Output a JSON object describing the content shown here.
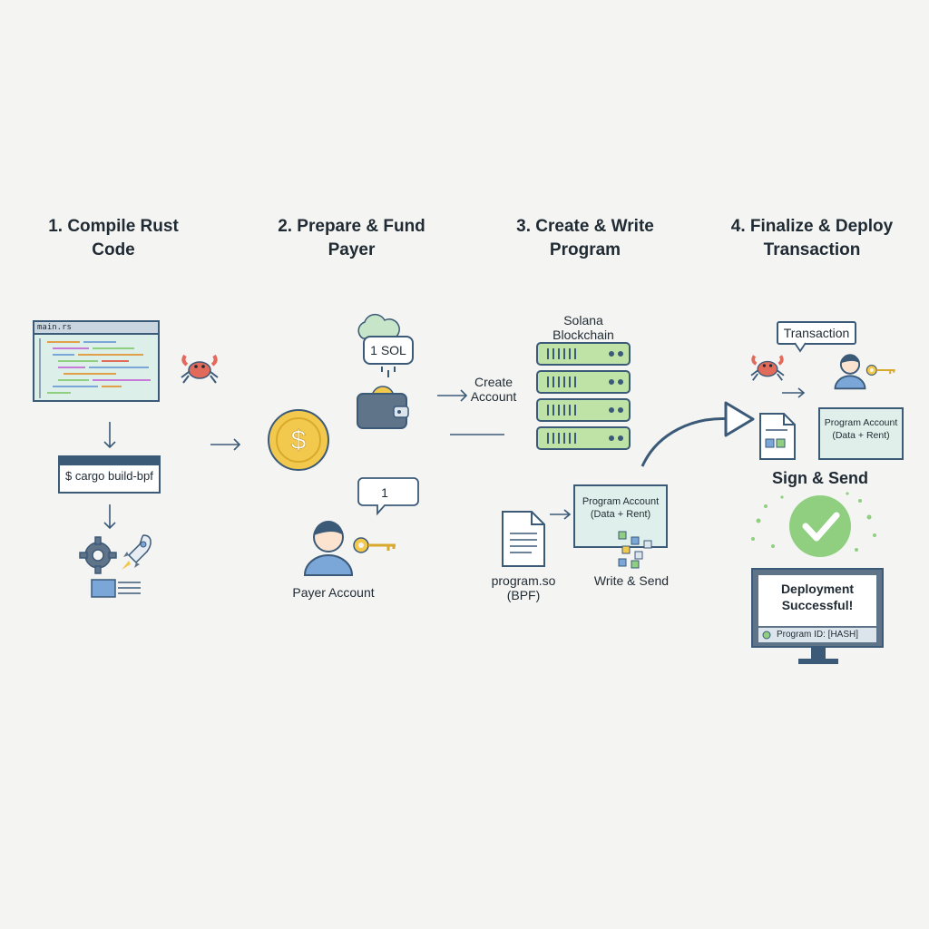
{
  "steps": [
    {
      "title": "1. Compile Rust Code"
    },
    {
      "title": "2. Prepare & Fund Payer"
    },
    {
      "title": "3. Create & Write Program"
    },
    {
      "title": "4. Finalize & Deploy Transaction"
    }
  ],
  "step1": {
    "file_name": "main.rs",
    "command": "$ cargo build-bpf"
  },
  "step2": {
    "sol_amount": "1 SOL",
    "payment_bubble": "1",
    "payer_label": "Payer Account"
  },
  "step3": {
    "create_account": "Create Account",
    "blockchain_label": "Solana Blockchain",
    "program_file": "program.so (BPF)",
    "program_account": "Program Account (Data + Rent)",
    "write_send": "Write & Send"
  },
  "step4": {
    "transaction": "Transaction",
    "program_account": "Program Account (Data + Rent)",
    "sign_send": "Sign & Send",
    "deployment_status": "Deployment Successful!",
    "program_id": "Program ID: [HASH]"
  },
  "colors": {
    "outline": "#3b5a78",
    "success_green": "#8fcf7f",
    "coin_gold": "#f2c94c",
    "crab_red": "#e26a5a",
    "server_green": "#bfe3a7"
  }
}
